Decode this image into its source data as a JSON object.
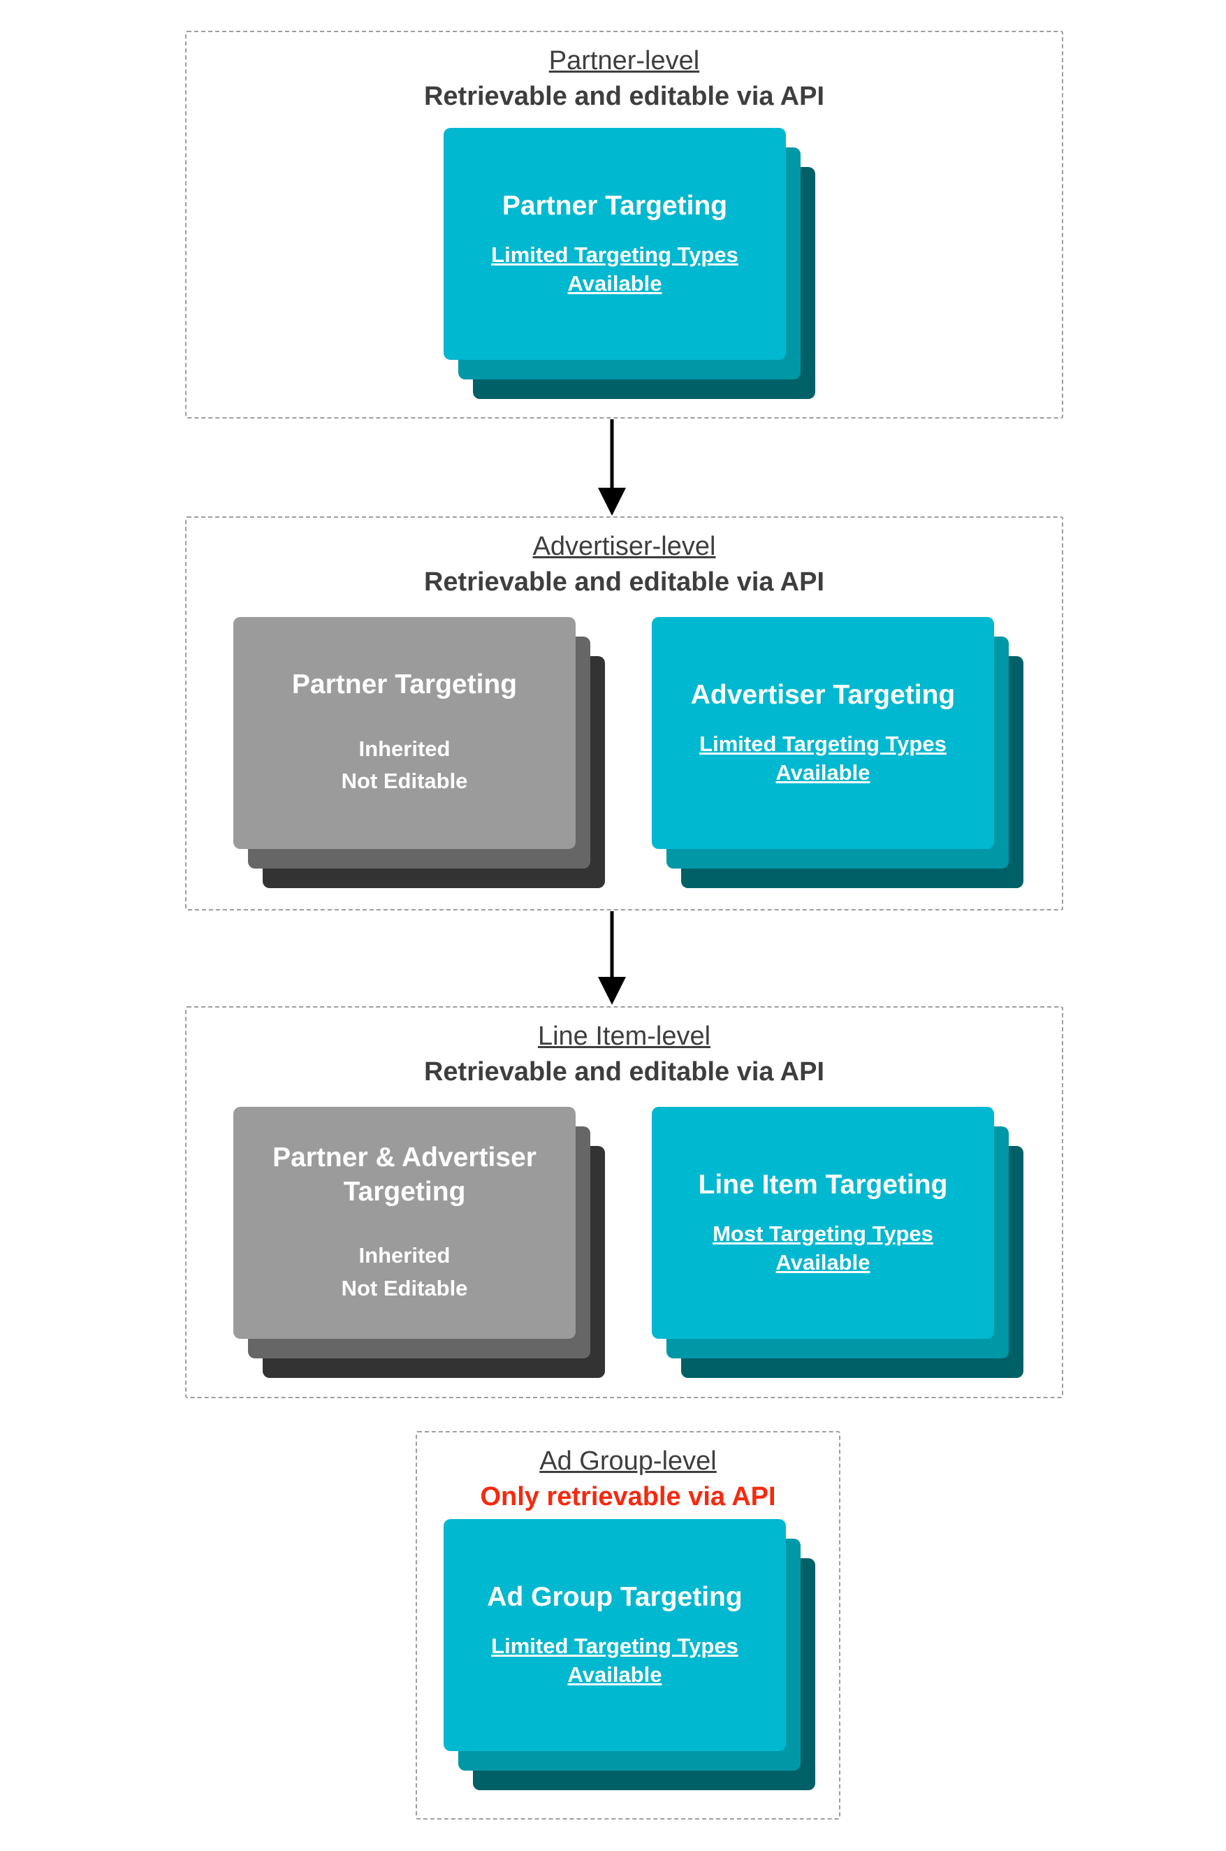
{
  "colors": {
    "card_teal": "#00b8cf",
    "card_teal_shadow1": "#0097a7",
    "card_teal_shadow2": "#006067",
    "card_gray": "#9b9b9b",
    "card_gray_shadow1": "#666666",
    "card_gray_shadow2": "#333333",
    "heading_text": "#3e3e3e",
    "alert_text": "#f5290f",
    "card_text": "#ffffff",
    "border": "#9e9e9e",
    "arrow": "#000000"
  },
  "sections": [
    {
      "heading": "Partner-level",
      "subheading": "Retrievable and editable via API",
      "cards": [
        {
          "style": "teal",
          "title": "Partner Targeting",
          "subtitle_lines": [
            "Limited Targeting Types",
            "Available"
          ]
        }
      ]
    },
    {
      "heading": "Advertiser-level",
      "subheading": "Retrievable and editable via API",
      "cards": [
        {
          "style": "gray",
          "title": "Partner Targeting",
          "subtitle_lines": [
            "Inherited",
            "Not Editable"
          ]
        },
        {
          "style": "teal",
          "title": "Advertiser Targeting",
          "subtitle_lines": [
            "Limited Targeting Types",
            "Available"
          ]
        }
      ]
    },
    {
      "heading": "Line Item-level",
      "subheading": "Retrievable and editable via API",
      "cards": [
        {
          "style": "gray",
          "title": "Partner & Advertiser Targeting",
          "subtitle_lines": [
            "Inherited",
            "Not Editable"
          ]
        },
        {
          "style": "teal",
          "title": "Line Item Targeting",
          "subtitle_lines": [
            "Most Targeting Types",
            "Available"
          ]
        }
      ]
    },
    {
      "heading": "Ad Group-level",
      "subheading": "Only retrievable via API",
      "cards": [
        {
          "style": "teal",
          "title": "Ad Group Targeting",
          "subtitle_lines": [
            "Limited Targeting Types",
            "Available"
          ]
        }
      ]
    }
  ]
}
